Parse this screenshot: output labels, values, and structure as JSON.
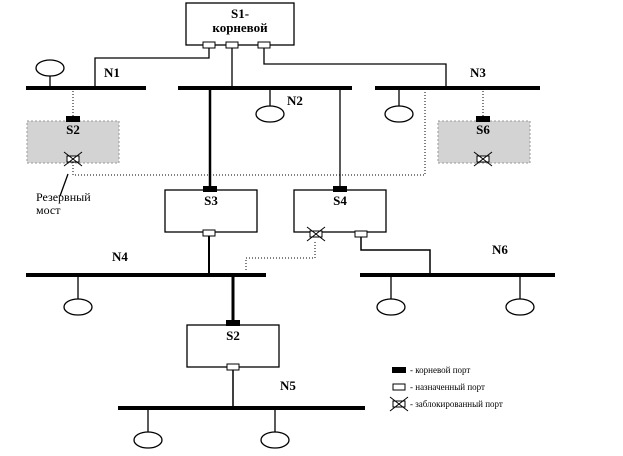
{
  "bridges": {
    "s1_line1": "S1-",
    "s1_line2": "корневой",
    "s2_backup": "S2",
    "s6": "S6",
    "s3": "S3",
    "s4": "S4",
    "s2_main": "S2"
  },
  "segments": {
    "n1": "N1",
    "n2": "N2",
    "n3": "N3",
    "n4": "N4",
    "n5": "N5",
    "n6": "N6"
  },
  "backup_label": {
    "line1": "Резервный",
    "line2": "мост"
  },
  "legend": {
    "root_port": "- корневой порт",
    "designated_port": "- назначенный порт",
    "blocked_port": "- заблокированный порт"
  },
  "colors": {
    "line": "#000000",
    "standby_fill": "#d3d3d3",
    "box_fill": "#ffffff"
  }
}
